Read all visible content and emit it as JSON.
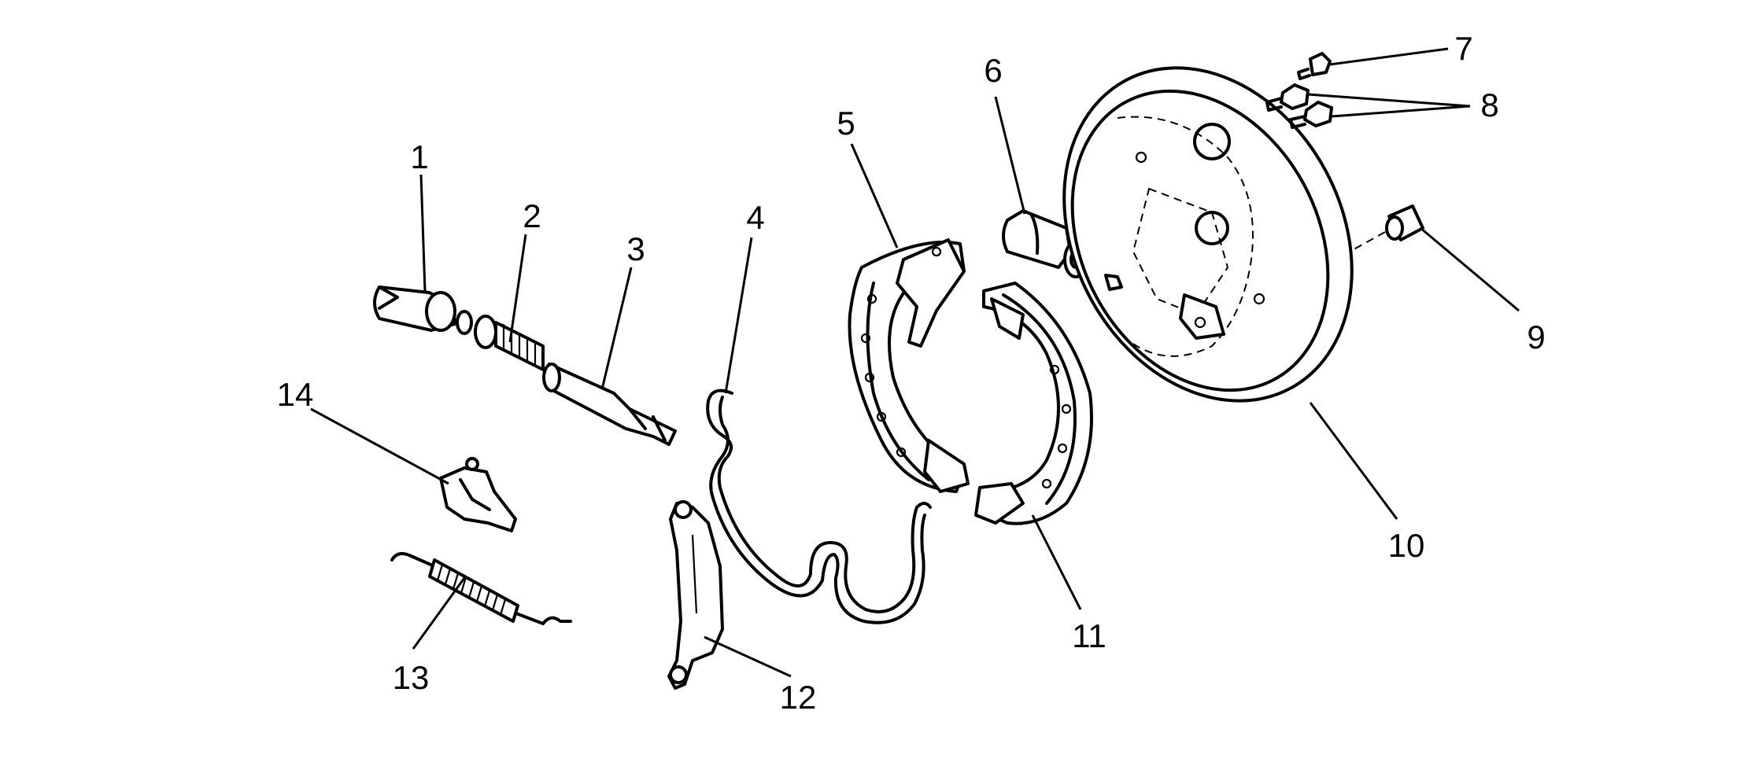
{
  "callouts": [
    {
      "id": 1,
      "label": "1"
    },
    {
      "id": 2,
      "label": "2"
    },
    {
      "id": 3,
      "label": "3"
    },
    {
      "id": 4,
      "label": "4"
    },
    {
      "id": 5,
      "label": "5"
    },
    {
      "id": 6,
      "label": "6"
    },
    {
      "id": 7,
      "label": "7"
    },
    {
      "id": 8,
      "label": "8"
    },
    {
      "id": 9,
      "label": "9"
    },
    {
      "id": 10,
      "label": "10"
    },
    {
      "id": 11,
      "label": "11"
    },
    {
      "id": 12,
      "label": "12"
    },
    {
      "id": 13,
      "label": "13"
    },
    {
      "id": 14,
      "label": "14"
    }
  ],
  "colors": {
    "background": "#ffffff",
    "ink": "#000000"
  }
}
